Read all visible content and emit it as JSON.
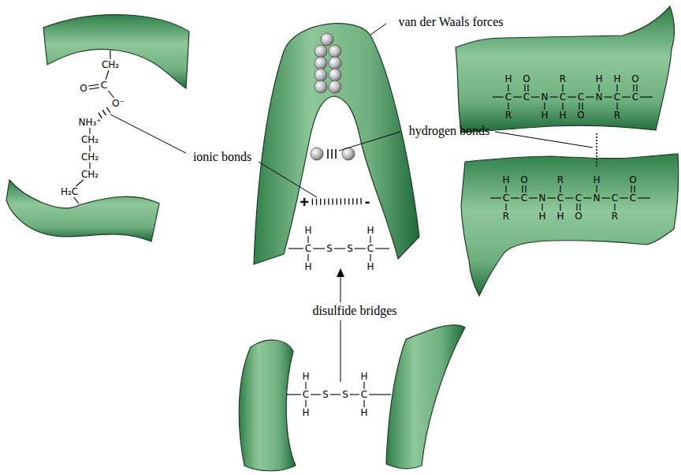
{
  "diagram": {
    "labels": [
      "van der Waals forces",
      "hydrogen bonds",
      "ionic bonds",
      "disulfide bridges",
      "CH₂",
      "O",
      "C",
      "O⁻",
      "NH₃⁺",
      "CH₂",
      "CH₂",
      "CH₂",
      "H₂C",
      "+",
      "-",
      "H",
      "C",
      "H",
      "S",
      "S",
      "C",
      "H",
      "H",
      "H",
      "C",
      "H",
      "S",
      "S",
      "C",
      "H",
      "H",
      "H",
      "O",
      "R",
      "H",
      "H",
      "O",
      "C",
      "C",
      "N",
      "C",
      "C",
      "N",
      "C",
      "C",
      "R",
      "H",
      "H",
      "O",
      "R",
      "H",
      "O",
      "R",
      "H",
      "O",
      "C",
      "C",
      "N",
      "C",
      "C",
      "N",
      "C",
      "C",
      "R",
      "H",
      "H",
      "O",
      "R"
    ]
  }
}
